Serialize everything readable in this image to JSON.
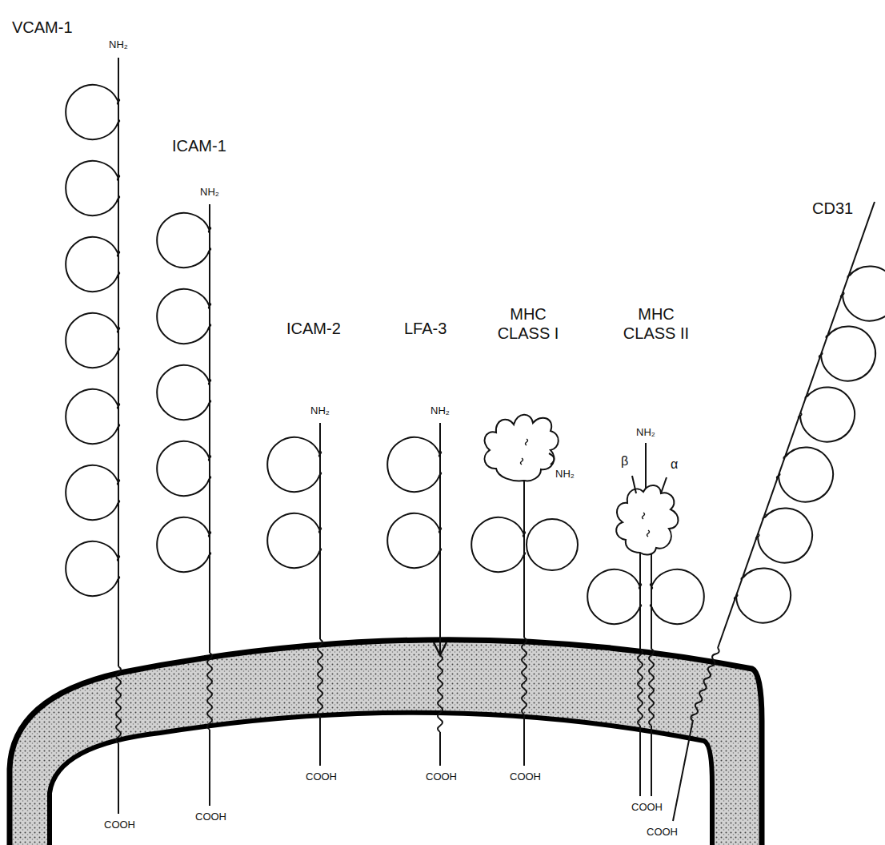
{
  "diagram": {
    "labels": [
      "VCAM-1",
      "NH₂",
      "ICAM-1",
      "NH₂",
      "ICAM-2",
      "NH₂",
      "LFA-3",
      "NH₂",
      "MHC CLASS I",
      "NH₂",
      "MHC CLASS II",
      "β",
      "NH₂",
      "α",
      "CD31",
      "COOH",
      "COOH",
      "COOH",
      "COOH",
      "COOH",
      "COOH",
      "COOH"
    ]
  }
}
